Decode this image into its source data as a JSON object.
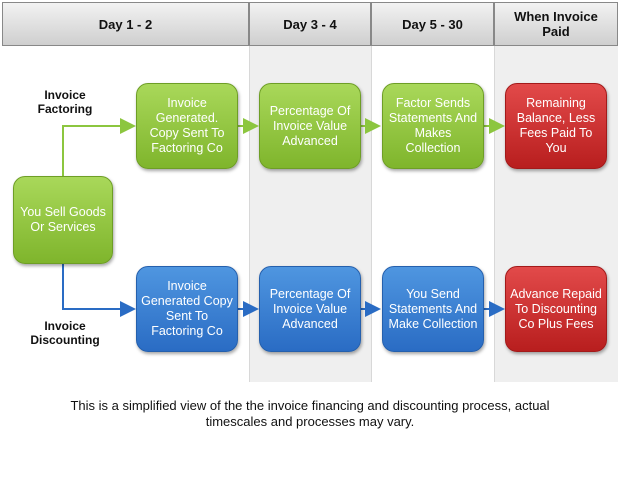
{
  "headers": [
    "Day 1 - 2",
    "Day 3 - 4",
    "Day 5 - 30",
    "When Invoice Paid"
  ],
  "labels": {
    "factoring": "Invoice Factoring",
    "discounting": "Invoice Discounting"
  },
  "start": "You Sell Goods Or Services",
  "factoring_steps": [
    "Invoice Generated. Copy Sent To Factoring Co",
    "Percentage Of Invoice Value Advanced",
    "Factor Sends Statements And Makes Collection",
    "Remaining Balance, Less Fees Paid To You"
  ],
  "discounting_steps": [
    "Invoice Generated Copy Sent To Factoring Co",
    "Percentage Of Invoice Value Advanced",
    "You Send Statements And Make Collection",
    "Advance Repaid To Discounting Co Plus Fees"
  ],
  "footnote": "This is a simplified view of the the invoice financing and discounting process, actual timescales and processes may vary.",
  "colors": {
    "green": "#8cc63f",
    "blue": "#3a7fd5",
    "red": "#cc2e2e",
    "green_arrow": "#8cc63f",
    "blue_arrow": "#2a6cc4"
  }
}
